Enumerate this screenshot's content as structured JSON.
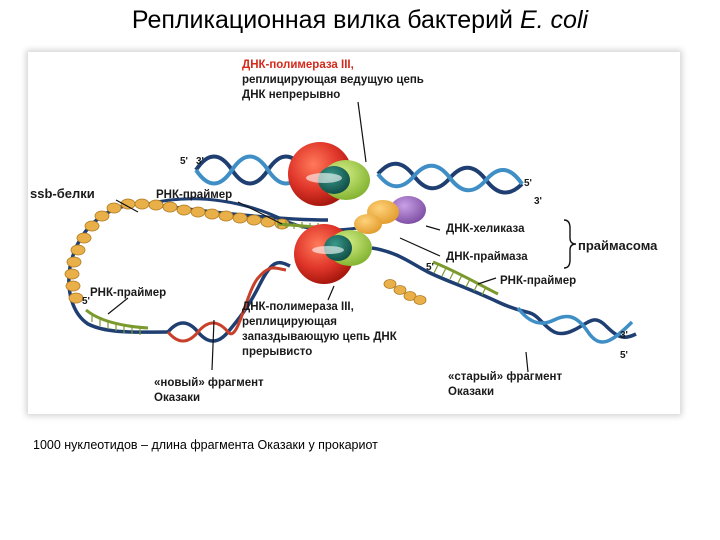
{
  "title": {
    "main": "Репликационная вилка бактерий",
    "species": "E. coli"
  },
  "labels": {
    "pol_leading": [
      "ДНК-полимераза III,",
      "реплицирующая ведущую цепь",
      "ДНК непрерывно"
    ],
    "ssb": "ssb-белки",
    "primer_top": "РНК-праймер",
    "primer_left": "РНК-праймер",
    "primer_right": "РНК-праймер",
    "helicase": "ДНК-хеликаза",
    "primase": "ДНК-праймаза",
    "primasome": "праймасома",
    "pol_lagging": [
      "ДНК-полимераза III,",
      "реплицирующая",
      "запаздывающую цепь ДНК",
      "прерывисто"
    ],
    "new_fragment": [
      "«новый» фрагмент",
      "Оказаки"
    ],
    "old_fragment": [
      "«старый» фрагмент",
      "Оказаки"
    ]
  },
  "ends": {
    "top_left_5": "5'",
    "top_left_3": "3'",
    "top_right_5": "5'",
    "top_right_3": "3'",
    "left_5": "5'",
    "mid_5": "5'",
    "bottom_right_3": "3'",
    "bottom_right_5": "5'"
  },
  "caption": "1000 нуклеотидов – длина фрагмента Оказаки у прокариот",
  "colors": {
    "strand_dark": "#1f3f72",
    "strand_light": "#3f8fc6",
    "rna_primer": "#7a9a2e",
    "ssb": "#e9b04a",
    "polymerase": "#e0362a",
    "clamp_green": "#9ccc3a",
    "helicase_purple": "#8a5ab0",
    "label_red": "#d42a1c"
  }
}
